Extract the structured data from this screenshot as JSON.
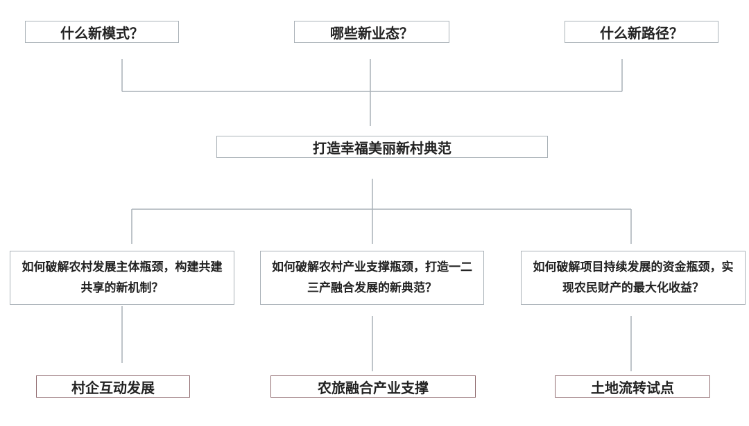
{
  "top_questions": [
    {
      "label": "什么新模式？"
    },
    {
      "label": "哪些新业态？"
    },
    {
      "label": "什么新路径？"
    }
  ],
  "center": {
    "label": "打造幸福美丽新村典范"
  },
  "bottlenecks": [
    {
      "line1": "如何破解农村发展主体瓶颈，构建共建",
      "line2": "共享的新机制？"
    },
    {
      "line1": "如何破解农村产业支撑瓶颈，打造一二",
      "line2": "三产融合发展的新典范？"
    },
    {
      "line1": "如何破解项目持续发展的资金瓶颈，实",
      "line2": "现农民财产的最大化收益？"
    }
  ],
  "results": [
    {
      "label": "村企互动发展"
    },
    {
      "label": "农旅融合产业支撑"
    },
    {
      "label": "土地流转试点"
    }
  ],
  "colors": {
    "connector": "#a9b1b7",
    "box_border": "#a9b1b7",
    "result_border": "#8f6a6e",
    "text": "#222222"
  }
}
